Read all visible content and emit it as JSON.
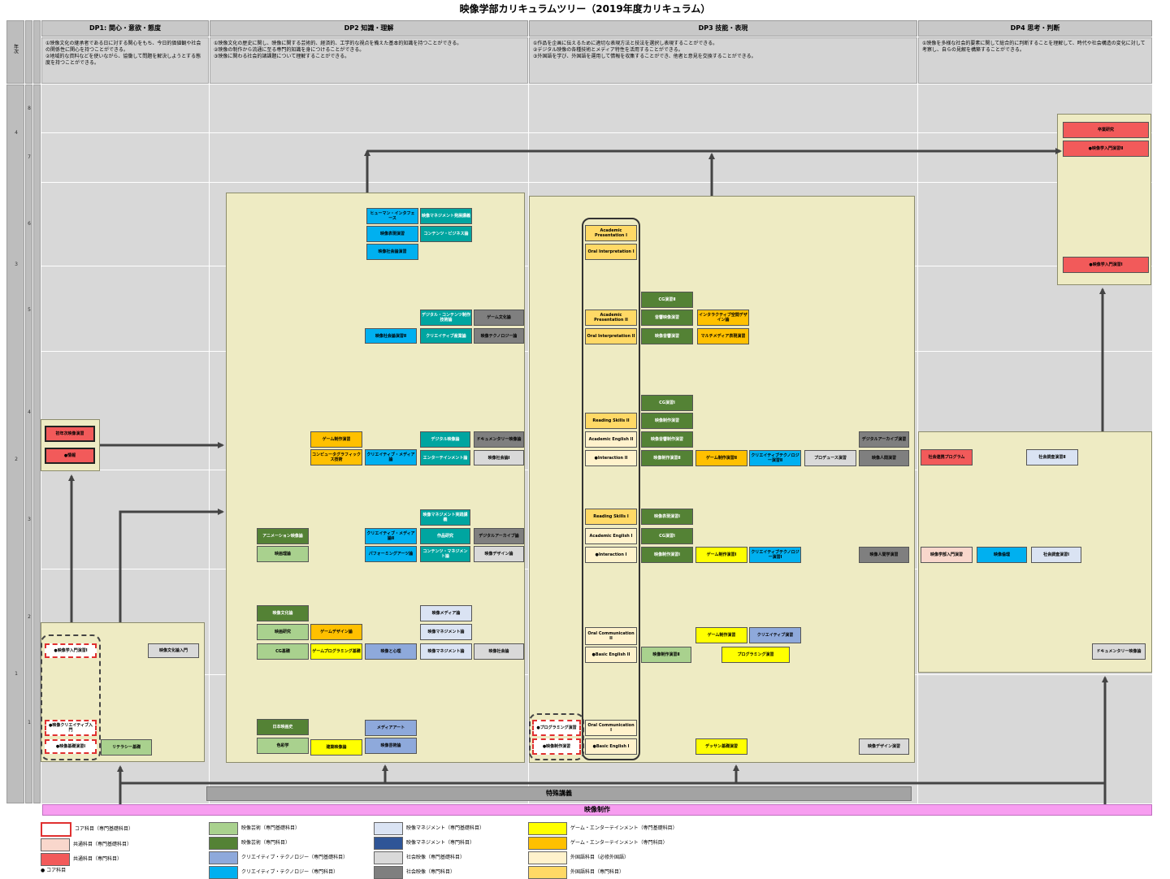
{
  "title": "映像学部カリキュラムツリー（2019年度カリキュラム）",
  "dp_headers": [
    "DP1: 関心・意欲・態度",
    "DP2 知識・理解",
    "DP3 技能・表現",
    "DP4 思考・判断"
  ],
  "dp_descriptions": [
    "①映像文化の継承者である日に対する関心をもち、今日的価値観や社会の関係性に関心を持つことができる。\n②地域的な資料などを使いながら、協働して問題を解決しようとする態度を持つことができる。",
    "①映像文化の歴史に関し、映像に関する芸術的、経済的、工学的な視点を備えた基本的知識を持つことができる。\n②映像の制作から流通に至る専門的知識を身につけることができる。\n③映像に関わる社会的諸課題について理解することができる。",
    "①作品を企画に伝えるために適切な表現方法と技法を選択し表現することができる。\n②デジタル映像の各種技術とメディア特性を活用することができる。\n③外国語を学び、外国語を運用して情報を収集することができ、他者と意見を交換することができる。",
    "①映像を多様な社会的要素に関して総合的に判断することを理解して、時代や社会構造の変化に対して考察し、自らの見解を構築することができる。"
  ],
  "left_header_label": "年次",
  "row_labels": [
    "8",
    "7",
    "6",
    "5",
    "4",
    "3",
    "2",
    "1"
  ],
  "year_labels": [
    "4",
    "3",
    "2",
    "1"
  ],
  "bottom_bars": {
    "base": "特殊講義",
    "pink": "映像制作"
  },
  "boxes": {
    "dp1": [
      "初年次映像演習",
      "●情報",
      "●映像学入門演習Ⅰ",
      "●映像クリエイティブ入門",
      "●映像基礎演習Ⅰ",
      "リテラシー基礎",
      "映像文化論入門"
    ],
    "dp2": [
      "ヒューマン・インタフェース",
      "映像マネジメント発展講義",
      "映像表現演習",
      "コンテンツ・ビジネス論",
      "映像社会論演習",
      "デジタル・コンテンツ制作技術論",
      "ゲーム文化論",
      "映像社会論演習Ⅱ",
      "クリエイティブ産業論",
      "映像テクノロジー論",
      "ゲーム制作演習",
      "コンピュータグラフィックス技術",
      "クリエイティブ・メディア論",
      "デジタル映像論",
      "ドキュメンタリー映像論",
      "エンターテインメント論",
      "映像社会論Ⅰ",
      "アニメーション映像論",
      "クリエイティブ・メディア論Ⅱ",
      "映像マネジメント実践講義",
      "デジタルアーカイブ論",
      "映画理論",
      "パフォーミングアーツ論",
      "コンテンツ・マネジメント論",
      "映像デザイン論",
      "作品研究",
      "映像文化論",
      "映画研究",
      "ゲームデザイン論",
      "映像メディア論",
      "CG基礎",
      "ゲームプログラミング基礎",
      "映像と心理",
      "映像マネジメント論",
      "映像社会論",
      "日本映画史",
      "メディアアート",
      "色彩学",
      "建築映像論",
      "映像芸術論"
    ],
    "dp3": [
      "Academic Presentation I",
      "Oral Interpretation I",
      "Academic Presentation II",
      "Oral Interpretation II",
      "Reading Skills II",
      "Academic English II",
      "●Interaction II",
      "Reading Skills I",
      "Academic English I",
      "●Interaction I",
      "Oral Communication II",
      "●Basic English II",
      "Oral Communication I",
      "●Basic English I",
      "CG演習Ⅱ",
      "音響映像演習",
      "映像音響演習",
      "インタラクティブ空間デザイン論",
      "マルチメディア表現演習",
      "CG演習Ⅰ",
      "映像制作演習",
      "映像音響制作演習",
      "映像制作演習Ⅱ",
      "ゲーム制作演習Ⅱ",
      "クリエイティブテクノロジー演習Ⅱ",
      "プロデュース演習",
      "デジタルアーカイブ演習",
      "映像人間演習",
      "映像表現演習Ⅰ",
      "CG演習Ⅰ",
      "映像制作演習Ⅰ",
      "ゲーム制作演習Ⅰ",
      "クリエイティブテクノロジー演習Ⅰ",
      "映像人間学演習",
      "ゲーム制作演習",
      "クリエイティブ演習",
      "プログラミング演習",
      "映像制作演習Ⅱ",
      "●プログラミング演習",
      "●映像制作演習",
      "デッサン基礎演習",
      "映像デザイン演習"
    ],
    "dp4": [
      "卒業研究",
      "●映像学入門演習Ⅱ",
      "●映像学入門演習Ⅰ",
      "社会連携プログラム",
      "社会調査演習Ⅱ",
      "映像学部入門演習",
      "映像倫理",
      "社会調査演習Ⅰ",
      "ドキュメンタリー映像論"
    ]
  },
  "legend": [
    {
      "color": "#ffffff",
      "border": "#e03030",
      "label": "コア科目（専門基礎科目）"
    },
    {
      "color": "#f9d7cc",
      "border": "#888888",
      "label": "共通科目（専門基礎科目）"
    },
    {
      "color": "#f25a5a",
      "border": "#888888",
      "label": "共通科目（専門科目）"
    },
    {
      "color": "",
      "border": "",
      "label": "● コア科目"
    },
    {
      "color": "#a9d18e",
      "border": "#666666",
      "label": "映像芸術（専門基礎科目）"
    },
    {
      "color": "#548235",
      "border": "#666666",
      "label": "映像芸術（専門科目）"
    },
    {
      "color": "#8ea9db",
      "border": "#666666",
      "label": "クリエイティブ・テクノロジー（専門基礎科目）"
    },
    {
      "color": "#00b0f0",
      "border": "#666666",
      "label": "クリエイティブ・テクノロジー（専門科目）"
    },
    {
      "color": "#dae3f3",
      "border": "#666666",
      "label": "映像マネジメント（専門基礎科目）"
    },
    {
      "color": "#2f5597",
      "border": "#666666",
      "label": "映像マネジメント（専門科目）"
    },
    {
      "color": "#d9d9d9",
      "border": "#666666",
      "label": "社会映像（専門基礎科目）"
    },
    {
      "color": "#7f7f7f",
      "border": "#666666",
      "label": "社会映像（専門科目）"
    },
    {
      "color": "#ffff00",
      "border": "#888888",
      "label": "ゲーム・エンターテインメント（専門基礎科目）"
    },
    {
      "color": "#ffc000",
      "border": "#888888",
      "label": "ゲーム・エンターテインメント（専門科目）"
    },
    {
      "color": "#fff2cc",
      "border": "#888888",
      "label": "外国語科目（必修外国語）"
    },
    {
      "color": "#ffd966",
      "border": "#888888",
      "label": "外国語科目（専門科目）"
    }
  ],
  "colors": {
    "red": "#f25a5a",
    "pink_light": "#f9d7cc",
    "green_light": "#a9d18e",
    "green_dark": "#548235",
    "blue_light": "#8ea9db",
    "cyan": "#00b0f0",
    "teal": "#00a5a0",
    "navy_light": "#dae3f3",
    "gray_light": "#d9d9d9",
    "gray_dark": "#7f7f7f",
    "yellow": "#ffff00",
    "orange": "#ffc000",
    "cream": "#fff2cc",
    "gold": "#ffd966",
    "panel": "#eeebc3",
    "bar_pink": "#f79df0"
  }
}
